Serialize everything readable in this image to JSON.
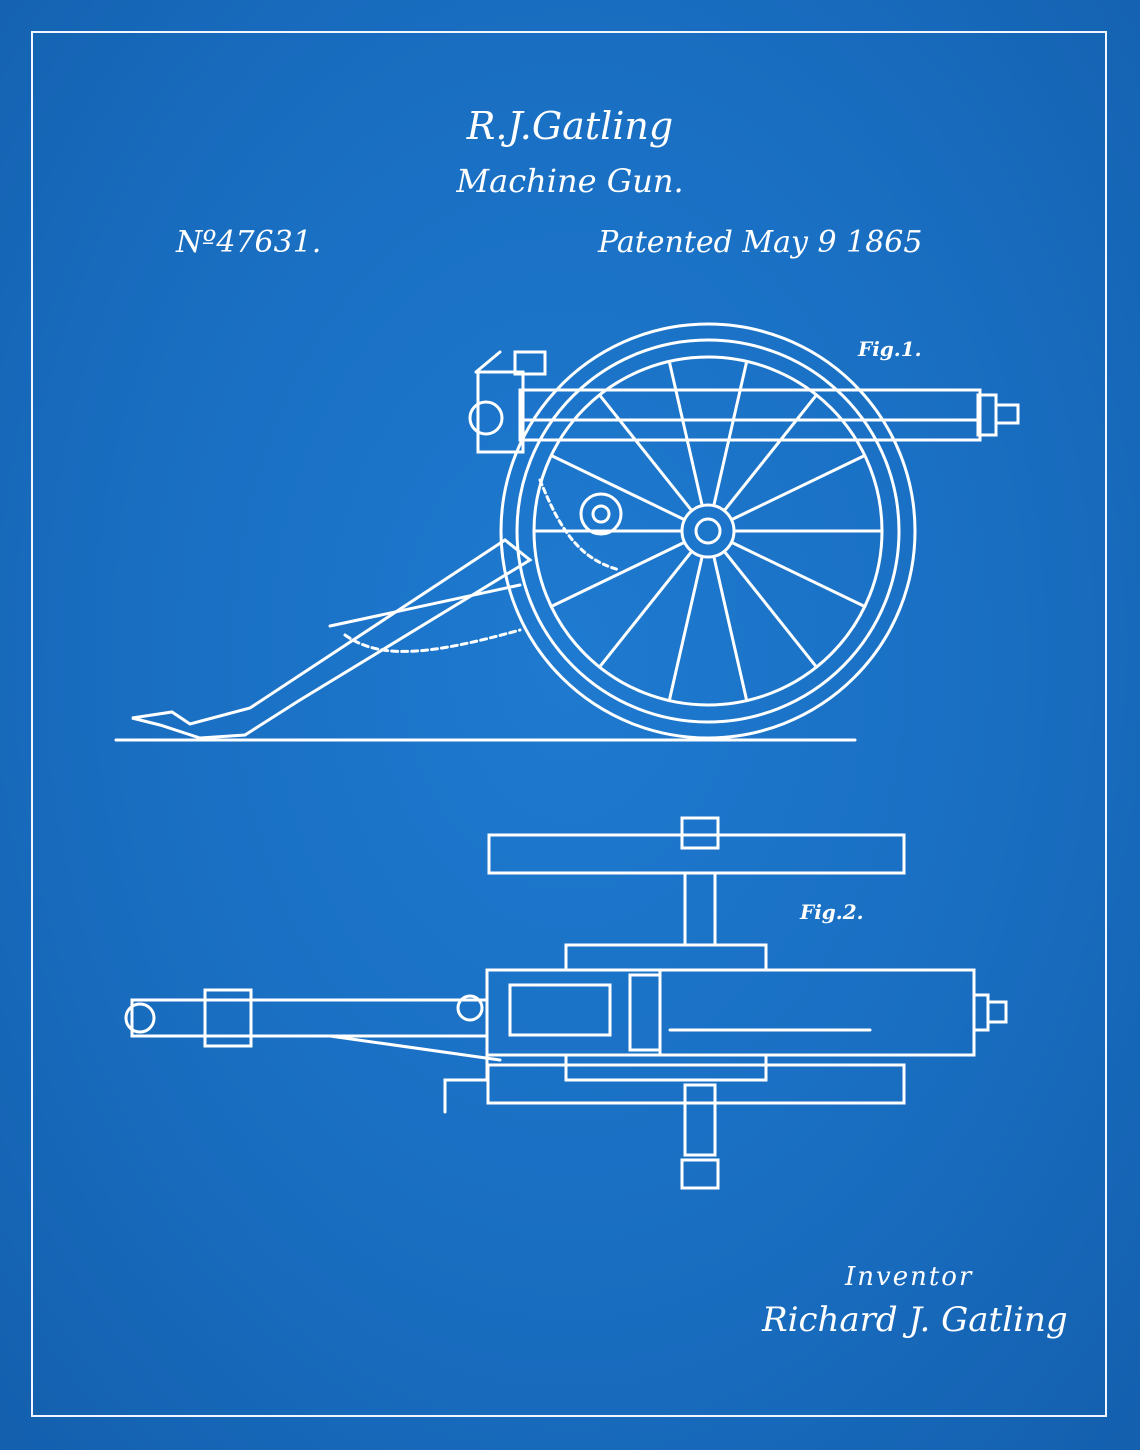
{
  "header": {
    "title": "R.J.Gatling",
    "subtitle": "Machine Gun.",
    "patent_number": "Nº47631.",
    "patent_date": "Patented May 9 1865"
  },
  "figures": {
    "fig1_label": "Fig.1.",
    "fig2_label": "Fig.2."
  },
  "footer": {
    "inventor_label": "Inventor",
    "signature": "Richard J. Gatling"
  },
  "colors": {
    "background": "#1a6fc0",
    "lines": "#ffffff"
  }
}
